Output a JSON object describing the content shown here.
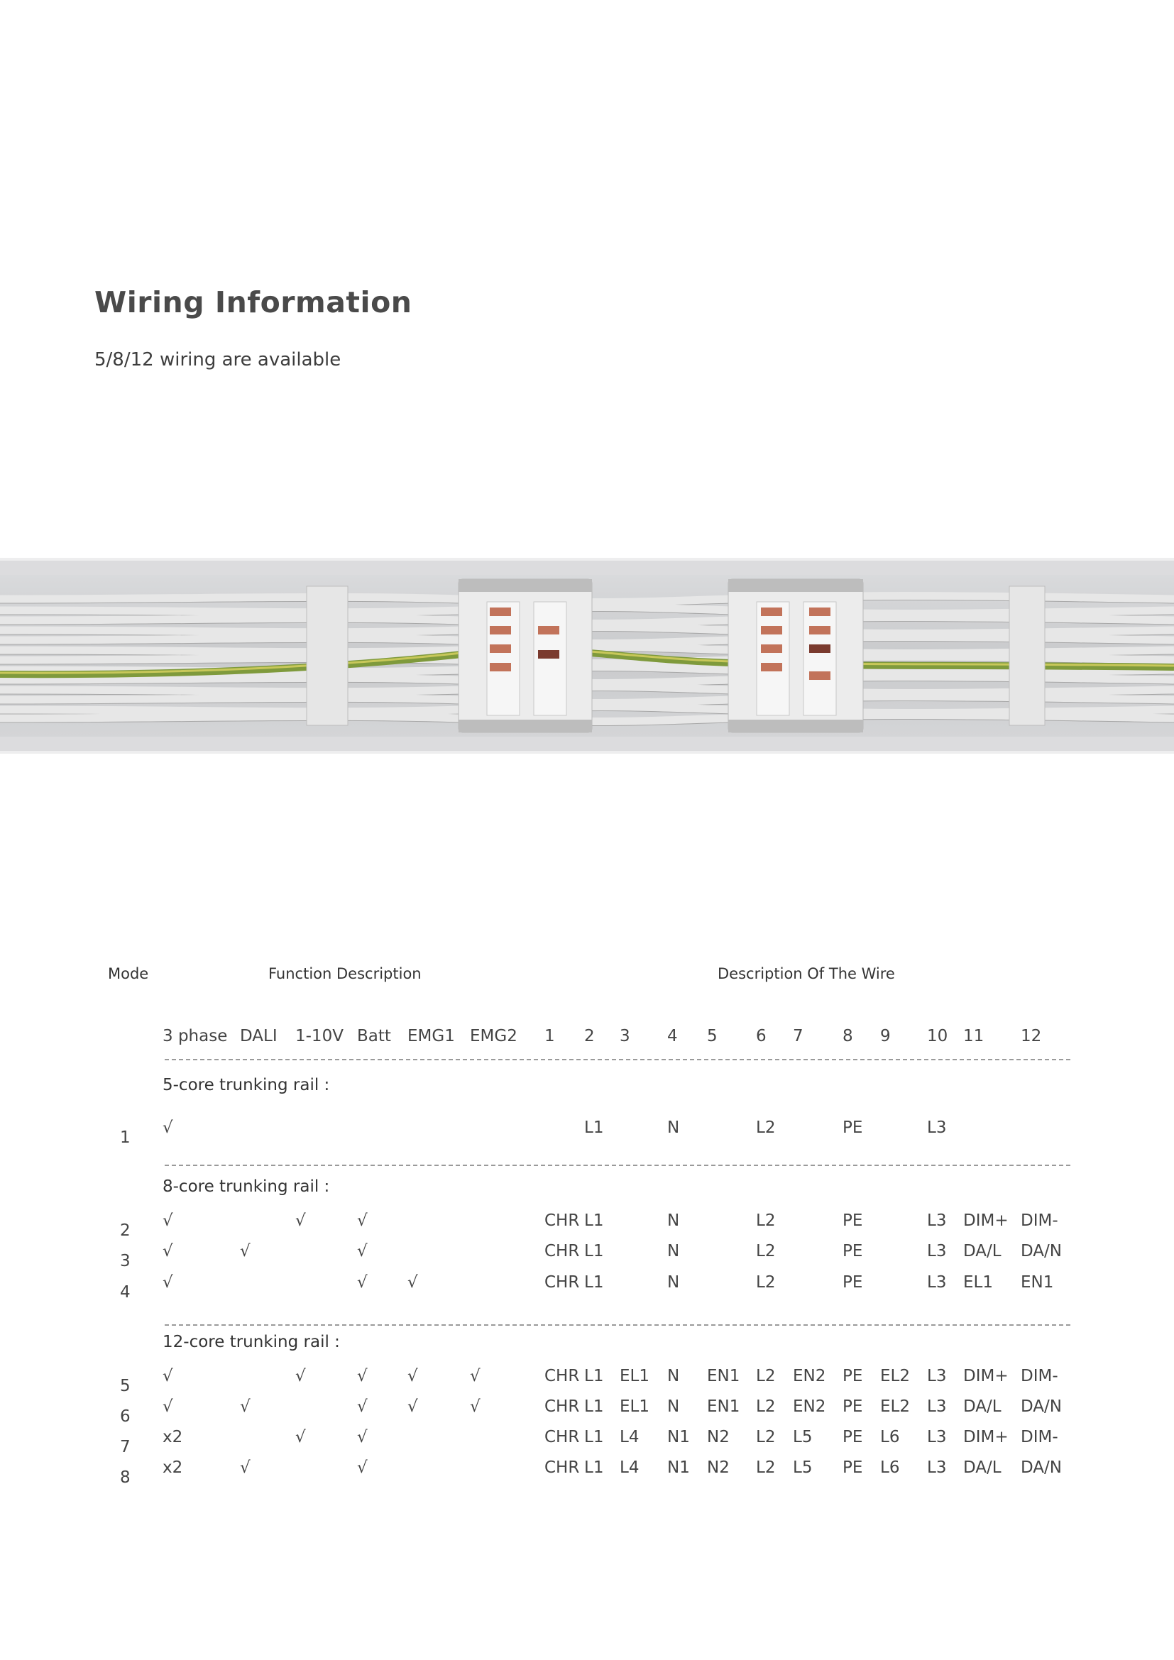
{
  "title": "Wiring Information",
  "subtitle": "5/8/12 wiring are available",
  "table": {
    "headers": {
      "mode": "Mode",
      "function": "Function Description",
      "wire": "Description Of The Wire"
    },
    "columns": [
      "3 phase",
      "DALI",
      "1-10V",
      "Batt",
      "EMG1",
      "EMG2",
      "1",
      "2",
      "3",
      "4",
      "5",
      "6",
      "7",
      "8",
      "9",
      "10",
      "11",
      "12"
    ],
    "sections": [
      {
        "title": "5-core trunking rail :",
        "rows": [
          {
            "mode": "1",
            "cells": [
              "√",
              "",
              "",
              "",
              "",
              "",
              "",
              "L1",
              "",
              "N",
              "",
              "L2",
              "",
              "PE",
              "",
              "L3",
              "",
              ""
            ]
          }
        ]
      },
      {
        "title": "8-core trunking rail :",
        "rows": [
          {
            "mode": "2",
            "cells": [
              "√",
              "",
              "√",
              "√",
              "",
              "",
              "CHR",
              "L1",
              "",
              "N",
              "",
              "L2",
              "",
              "PE",
              "",
              "L3",
              "DIM+",
              "DIM-"
            ]
          },
          {
            "mode": "3",
            "cells": [
              "√",
              "√",
              "",
              "√",
              "",
              "",
              "CHR",
              "L1",
              "",
              "N",
              "",
              "L2",
              "",
              "PE",
              "",
              "L3",
              "DA/L",
              "DA/N"
            ]
          },
          {
            "mode": "4",
            "cells": [
              "√",
              "",
              "",
              "√",
              "√",
              "",
              "CHR",
              "L1",
              "",
              "N",
              "",
              "L2",
              "",
              "PE",
              "",
              "L3",
              "EL1",
              "EN1"
            ]
          }
        ]
      },
      {
        "title": "12-core trunking rail :",
        "rows": [
          {
            "mode": "5",
            "cells": [
              "√",
              "",
              "√",
              "√",
              "√",
              "√",
              "CHR",
              "L1",
              "EL1",
              "N",
              "EN1",
              "L2",
              "EN2",
              "PE",
              "EL2",
              "L3",
              "DIM+",
              "DIM-"
            ]
          },
          {
            "mode": "6",
            "cells": [
              "√",
              "√",
              "",
              "√",
              "√",
              "√",
              "CHR",
              "L1",
              "EL1",
              "N",
              "EN1",
              "L2",
              "EN2",
              "PE",
              "EL2",
              "L3",
              "DA/L",
              "DA/N"
            ]
          },
          {
            "mode": "7",
            "cells": [
              "x2",
              "",
              "√",
              "√",
              "",
              "",
              "CHR",
              "L1",
              "L4",
              "N1",
              "N2",
              "L2",
              "L5",
              "PE",
              "L6",
              "L3",
              "DIM+",
              "DIM-"
            ]
          },
          {
            "mode": "8",
            "cells": [
              "x2",
              "√",
              "",
              "√",
              "",
              "",
              "CHR",
              "L1",
              "L4",
              "N1",
              "N2",
              "L2",
              "L5",
              "PE",
              "L6",
              "L3",
              "DA/L",
              "DA/N"
            ]
          }
        ]
      }
    ]
  }
}
